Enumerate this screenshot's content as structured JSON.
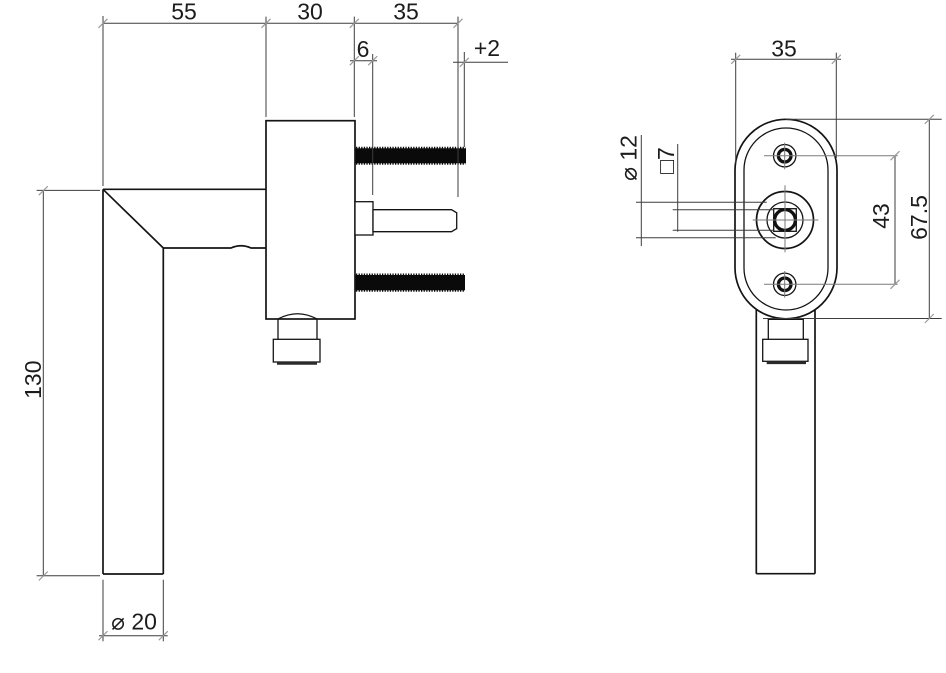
{
  "document": {
    "kind": "technical drawing, two orthographic views of a cranked window handle on oval rose",
    "background": "#ffffff"
  },
  "colors": {
    "object_line": "#141414",
    "dimension_line": "#3d3d3d",
    "centerline": "#7a7a7a",
    "tick": "#9a9a9a",
    "solid_fill": "#0a0a0a"
  },
  "side_view": {
    "dim_handle_reach": "55",
    "dim_rose_depth": "30",
    "dim_screw_length": "35",
    "dim_spindle_collar": "6",
    "dim_screw_extra": "+2",
    "dim_handle_length": "130",
    "dim_grip_diameter": "⌀ 20"
  },
  "front_view": {
    "dim_rose_width": "35",
    "dim_spindle_hole_diameter": "⌀ 12",
    "dim_spindle_square": "□7",
    "dim_screw_hole_spacing": "43",
    "dim_rose_height": "67.5"
  }
}
